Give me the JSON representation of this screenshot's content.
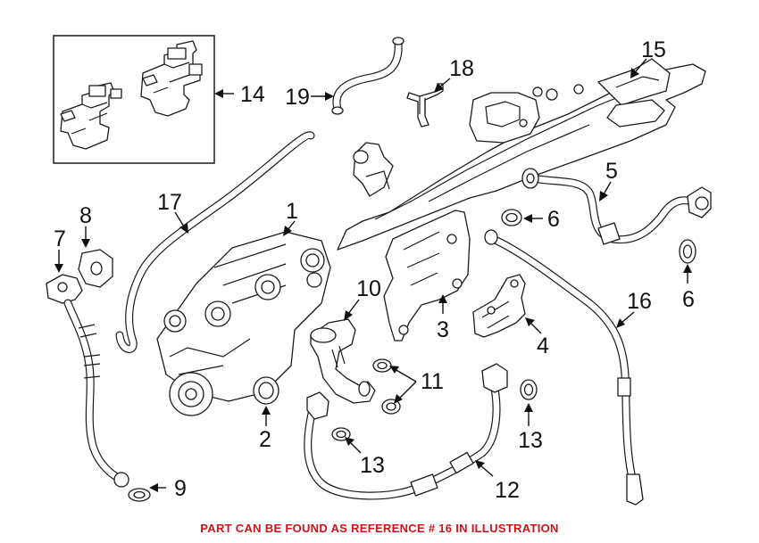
{
  "footer": {
    "text": "PART CAN BE FOUND AS REFERENCE # 16 IN ILLUSTRATION",
    "color": "#d0121b"
  },
  "callouts": {
    "c1": "1",
    "c2": "2",
    "c3": "3",
    "c4": "4",
    "c5": "5",
    "c6a": "6",
    "c6b": "6",
    "c7": "7",
    "c8": "8",
    "c9": "9",
    "c10": "10",
    "c11": "11",
    "c12": "12",
    "c13a": "13",
    "c13b": "13",
    "c14": "14",
    "c15": "15",
    "c16": "16",
    "c17": "17",
    "c18": "18",
    "c19": "19"
  }
}
